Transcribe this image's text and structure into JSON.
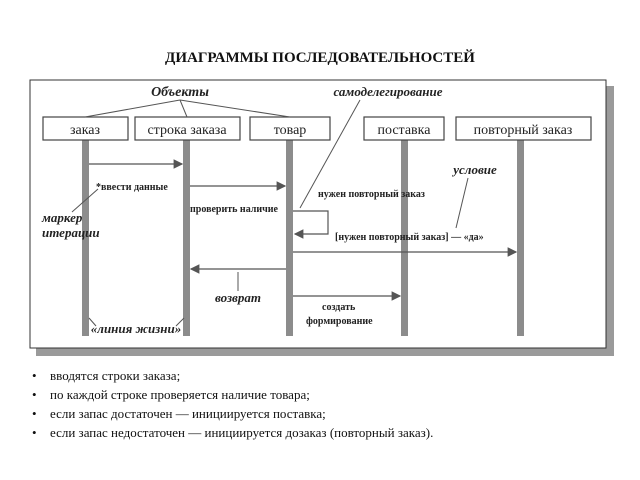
{
  "page": {
    "title": "ДИАГРАММЫ ПОСЛЕДОВАТЕЛЬНОСТЕЙ"
  },
  "diagram": {
    "annotations": {
      "objects": "Объекты",
      "self_delegation": "самоделегирование",
      "condition": "условие",
      "iteration_marker_line1": "маркер",
      "iteration_marker_line2": "итерации",
      "return": "возврат",
      "lifeline": "«линия жизни»"
    },
    "objects": [
      {
        "name": "заказ"
      },
      {
        "name": "строка заказа"
      },
      {
        "name": "товар"
      },
      {
        "name": "поставка"
      },
      {
        "name": "повторный заказ"
      }
    ],
    "messages": {
      "enter_data": "*ввести данные",
      "check_availability": "проверить наличие",
      "need_reorder": "нужен повторный заказ",
      "condition_msg": "[нужен повторный заказ] — «да»",
      "create_line1": "создать",
      "create_line2": "формирование"
    },
    "colors": {
      "frame_shadow": "#9a9a9a",
      "lifeline": "#8c8c8c",
      "box_border": "#444444"
    }
  },
  "notes": [
    {
      "bullet": "•",
      "text": "вводятся строки заказа;"
    },
    {
      "bullet": "•",
      "text": "по каждой строке проверяется наличие товара;"
    },
    {
      "bullet": "•",
      "text": "если запас достаточен — инициируется поставка;"
    },
    {
      "bullet": "•",
      "text": "если запас недостаточен — инициируется дозаказ (повторный заказ)."
    }
  ]
}
